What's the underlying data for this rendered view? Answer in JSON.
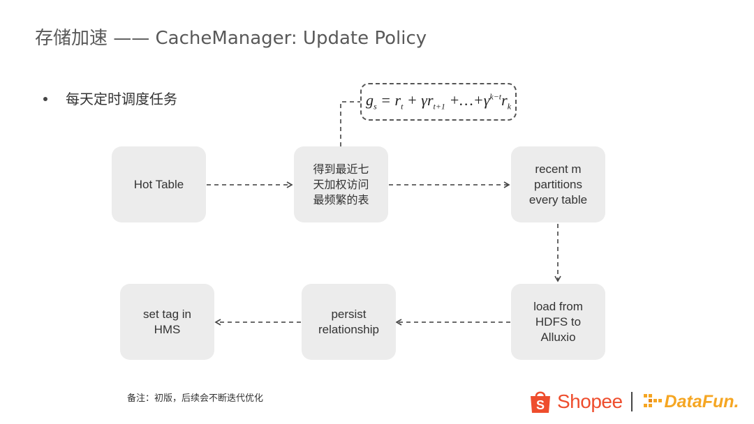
{
  "title": "存储加速 —— CacheManager: Update Policy",
  "bullet": "每天定时调度任务",
  "formula": {
    "g": "g",
    "g_sub": "s",
    "eq": " = ",
    "r1": "r",
    "r1_sub": "t",
    "plus1": " + ",
    "gamma": "γ",
    "r2": "r",
    "r2_sub": "t+1",
    "plus_dots": " +…+",
    "gamma2": "γ",
    "gamma2_sup": "k−t",
    "rk": "r",
    "rk_sub": "k"
  },
  "nodes": {
    "hot_table": "Hot Table",
    "weighted": "得到最近七\n天加权访问\n最频繁的表",
    "recent": "recent m\npartitions\nevery table",
    "load": "load from\nHDFS to\nAlluxio",
    "persist": "persist\nrelationship",
    "set_tag": "set tag in\nHMS"
  },
  "note": "备注：初版，后续会不断迭代优化",
  "logos": {
    "shopee": "Shopee",
    "shopee_icon": "shopee-bag-icon",
    "datafun": "DataFun.",
    "datafun_icon": "datafun-mark-icon",
    "shopee_color": "#ee4d2d",
    "datafun_color": "#f5a623"
  }
}
